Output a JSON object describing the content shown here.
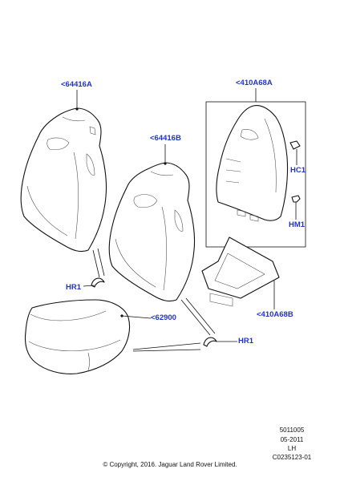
{
  "callouts": {
    "seat_back_a": "<64416A",
    "seat_back_b": "<64416B",
    "panel_kit_a": "<410A68A",
    "panel_kit_b": "<410A68B",
    "cushion": "<62900",
    "clip_hc1": "HC1",
    "clip_hm1": "HM1",
    "ring_hr1_left": "HR1",
    "ring_hr1_right": "HR1"
  },
  "reference": {
    "part_number": "5011005",
    "date": "05-2011",
    "side": "LH",
    "code": "C0235123-01"
  },
  "copyright": "© Copyright, 2016. Jaguar Land Rover Limited.",
  "colors": {
    "callout": "#2233cc",
    "line": "#111111"
  }
}
